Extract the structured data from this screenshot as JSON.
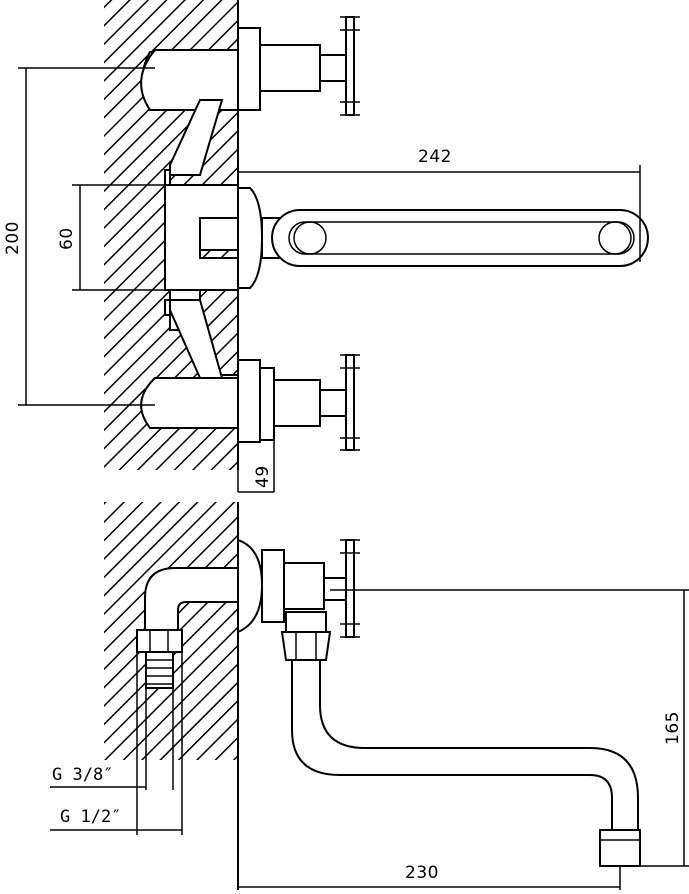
{
  "dimensions": {
    "width_242": "242",
    "height_200": "200",
    "height_60": "60",
    "depth_49": "49",
    "height_165": "165",
    "width_230": "230"
  },
  "thread_labels": {
    "g38": "G 3/8″",
    "g12": "G 1/2″"
  }
}
